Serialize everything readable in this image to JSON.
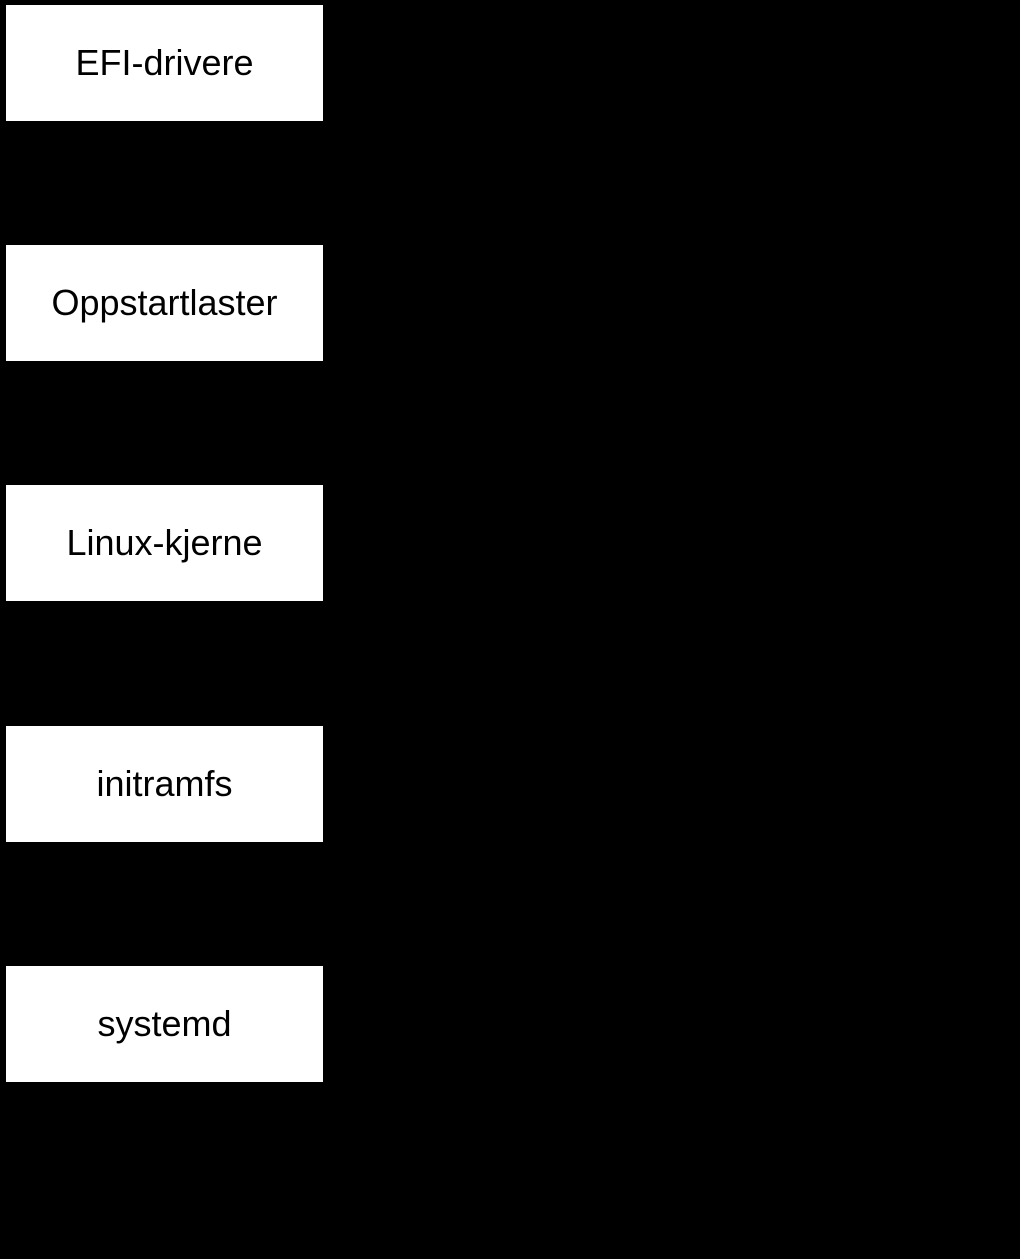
{
  "diagram": {
    "type": "flowchart",
    "orientation": "vertical",
    "colors": {
      "background": "#000000",
      "node_fill": "#ffffff",
      "node_text": "#000000"
    },
    "nodes": [
      {
        "id": "efi-drivere",
        "label": "EFI-drivere"
      },
      {
        "id": "oppstartlaster",
        "label": "Oppstartlaster"
      },
      {
        "id": "linux-kjerne",
        "label": "Linux-kjerne"
      },
      {
        "id": "initramfs",
        "label": "initramfs"
      },
      {
        "id": "systemd",
        "label": "systemd"
      }
    ]
  }
}
